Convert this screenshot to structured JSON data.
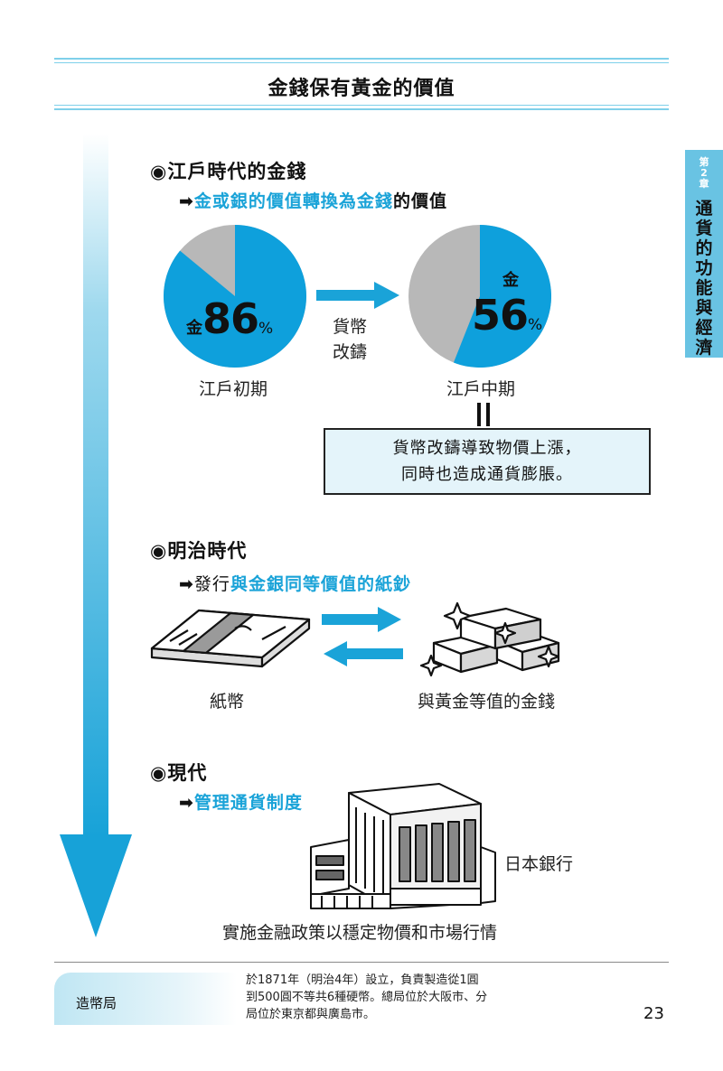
{
  "title": "金錢保有黃金的價值",
  "side_tab": {
    "chapter": "第2章",
    "name": "通貨的功能與經濟"
  },
  "edo": {
    "heading": "◉江戶時代的金錢",
    "sub_arrow": "➡",
    "sub_blue": "金或銀的價值轉換為金錢",
    "sub_plain": "的價值",
    "pie_early": {
      "kanji": "金",
      "value": "86",
      "unit": "%",
      "percent": 86,
      "label": "江戶初期"
    },
    "recoin_label_line1": "貨幣",
    "recoin_label_line2": "改鑄",
    "pie_mid": {
      "kanji": "金",
      "value": "56",
      "unit": "%",
      "percent": 56,
      "label": "江戶中期"
    },
    "callout_line1": "貨幣改鑄導致物價上漲，",
    "callout_line2": "同時也造成通貨膨脹。"
  },
  "meiji": {
    "heading": "◉明治時代",
    "sub_arrow": "➡",
    "sub_plain": "發行",
    "sub_blue": "與金銀同等價值的紙鈔",
    "left_label": "紙幣",
    "right_label": "與黃金等值的金錢"
  },
  "modern": {
    "heading": "◉現代",
    "sub_arrow": "➡",
    "sub_blue": "管理通貨制度",
    "bank_label": "日本銀行",
    "policy_text": "實施金融政策以穩定物價和市場行情"
  },
  "colors": {
    "accent": "#1aa3d8",
    "pie_gold": "#0ea0dc",
    "pie_rest": "#b8b8b8",
    "callout_bg": "#e4f4fa"
  },
  "footer": {
    "term": "造幣局",
    "desc_line1": "於1871年（明治4年）設立，負責製造從1圓",
    "desc_line2": "到500圓不等共6種硬幣。總局位於大阪市、分",
    "desc_line3": "局位於東京都與廣島市。",
    "page_number": "23"
  }
}
